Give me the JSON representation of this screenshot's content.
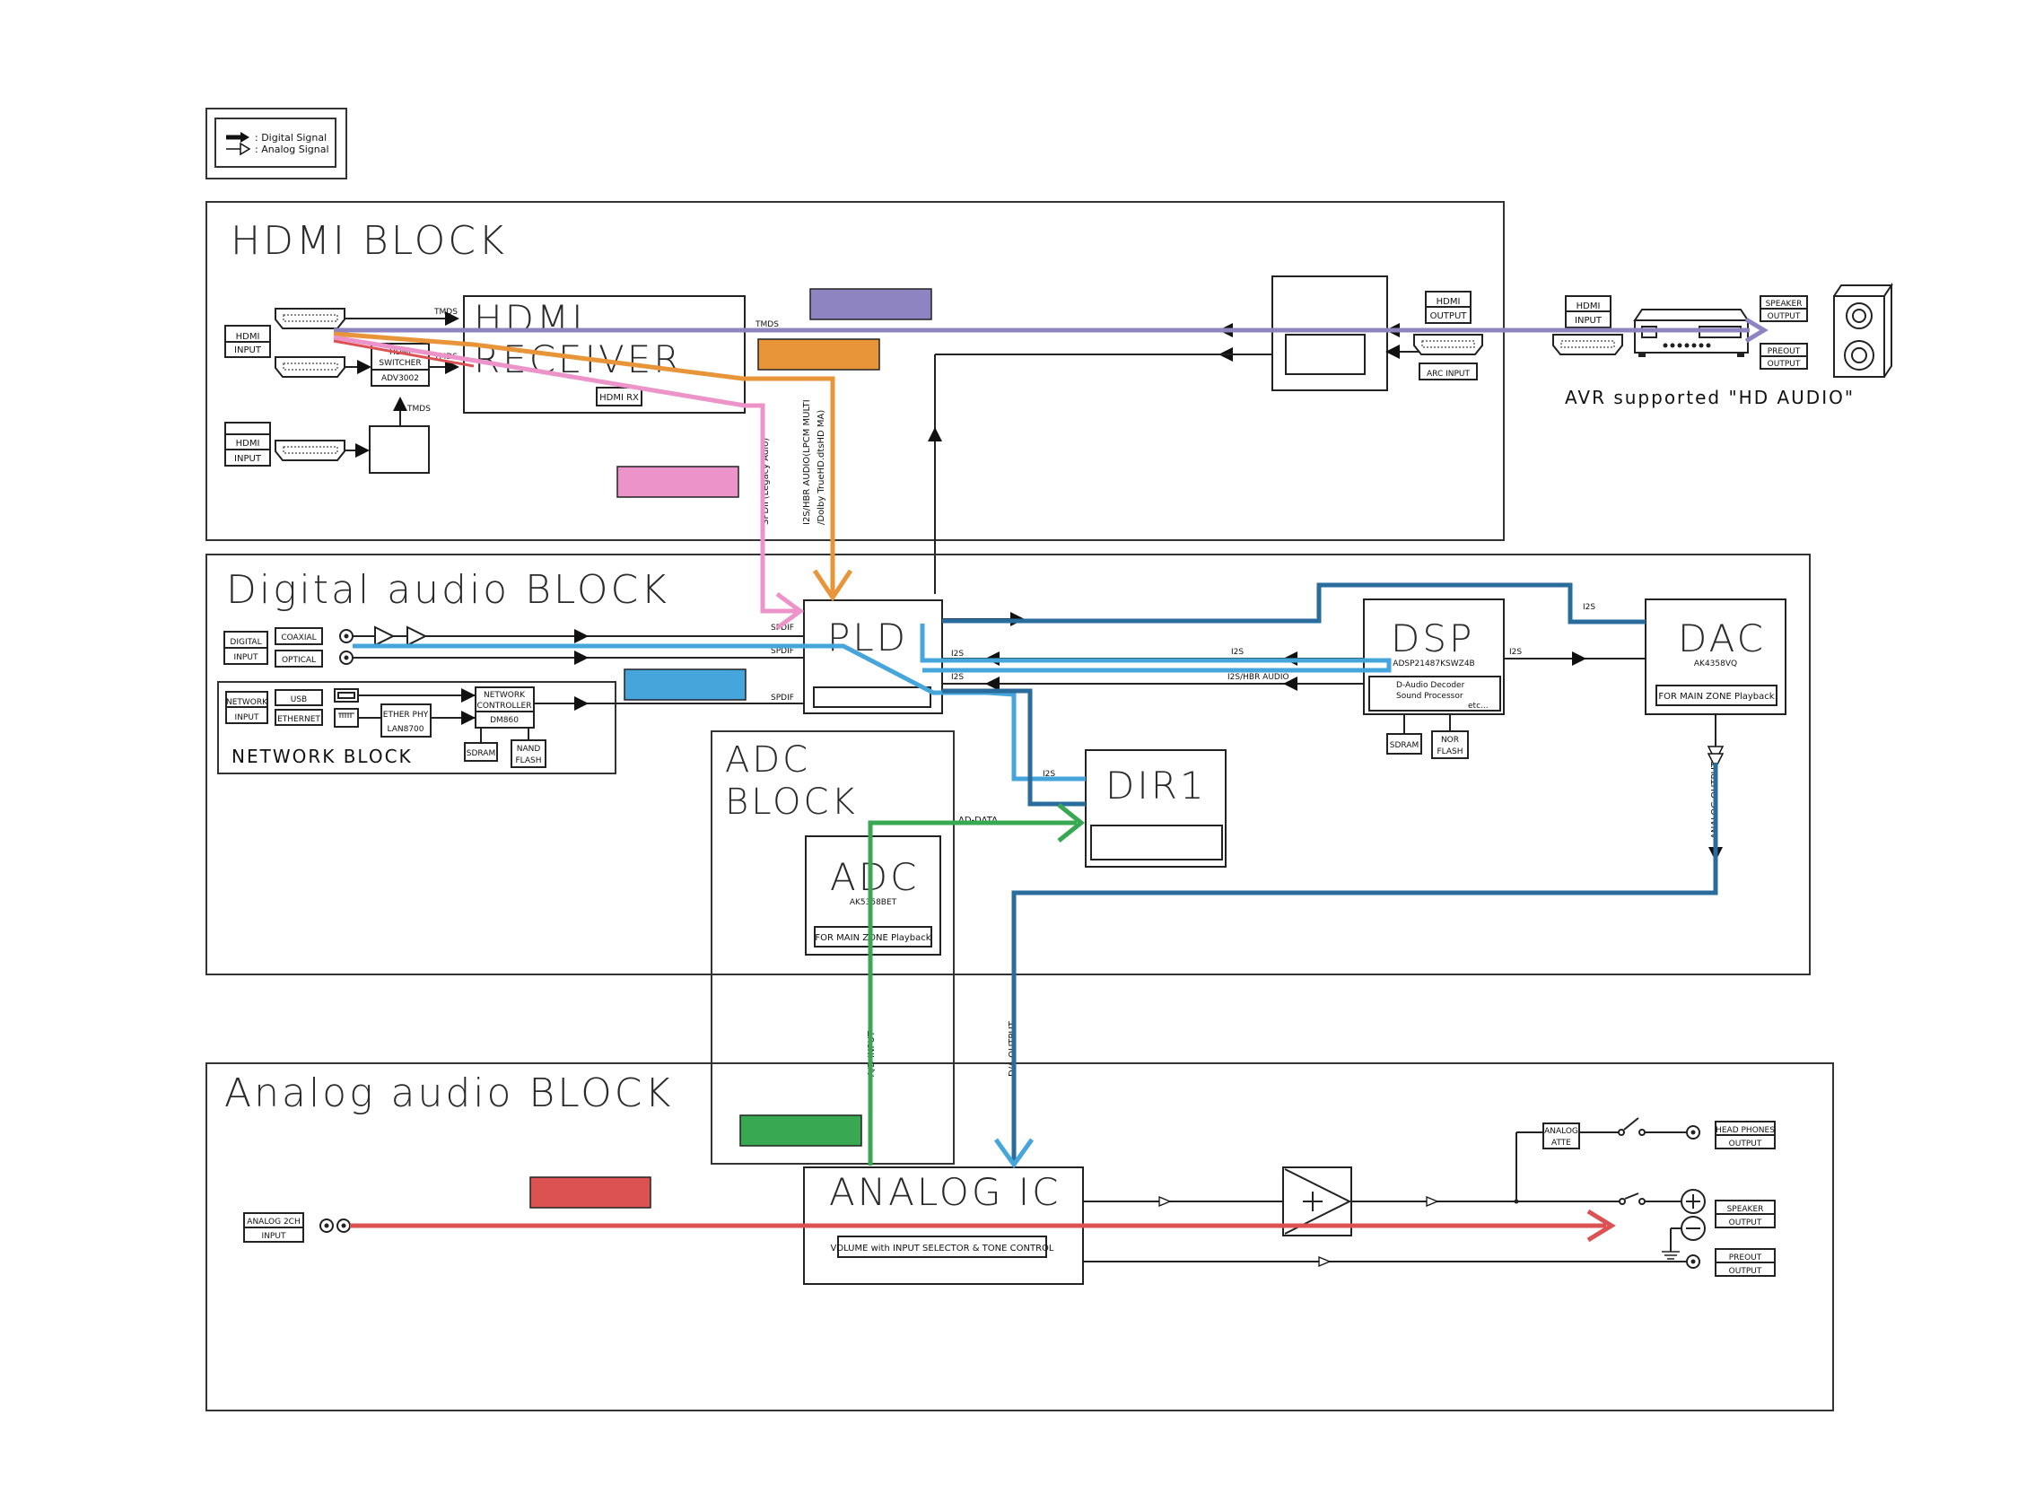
{
  "legend": {
    "digital": ": Digital Signal",
    "analog": ": Analog Signal"
  },
  "blocks": {
    "hdmi": "HDMI BLOCK",
    "digital": "Digital audio BLOCK",
    "analog": "Analog audio BLOCK",
    "network": "NETWORK BLOCK",
    "adc_l1": "ADC",
    "adc_l2": "BLOCK"
  },
  "components": {
    "hdmi_receiver_l1": "HDMI",
    "hdmi_receiver_l2": "RECEIVER",
    "hdmi_rx": "HDMI RX",
    "hdmi_switcher_l1": "HDMI",
    "hdmi_switcher_l2": "SWITCHER",
    "hdmi_switcher_l3": "ADV3002",
    "pld": "PLD",
    "dsp": "DSP",
    "dsp_part": "ADSP21487KSWZ4B",
    "dsp_desc_l1": "D-Audio Decoder",
    "dsp_desc_l2": "Sound Processor",
    "dsp_desc_l3": "etc...",
    "dac": "DAC",
    "dac_part": "AK4358VQ",
    "dac_desc": "FOR MAIN ZONE Playback",
    "dir1": "DIR1",
    "adc": "ADC",
    "adc_part": "AK5358BET",
    "adc_desc": "FOR MAIN ZONE Playback",
    "analog_ic": "ANALOG IC",
    "analog_ic_desc": "VOLUME with INPUT SELECTOR & TONE CONTROL",
    "sdram1": "SDRAM",
    "sdram2": "SDRAM",
    "nor_l1": "NOR",
    "nor_l2": "FLASH",
    "nand_l1": "NAND",
    "nand_l2": "FLASH",
    "ether_l1": "ETHER PHY",
    "ether_l2": "LAN8700",
    "netctrl_l1": "NETWORK",
    "netctrl_l2": "CONTROLLER",
    "netctrl_l3": "DM860",
    "analog_atte_l1": "ANALOG",
    "analog_atte_l2": "ATTE",
    "avr_caption": "AVR supported \"HD AUDIO\""
  },
  "ports": {
    "hdmi_in_l1": "HDMI",
    "hdmi_in_l2": "INPUT",
    "hdmi_out_l1": "HDMI",
    "hdmi_out_l2": "OUTPUT",
    "arc": "ARC INPUT",
    "digital_in_l1": "DIGITAL",
    "digital_in_l2": "INPUT",
    "coaxial": "COAXIAL",
    "optical": "OPTICAL",
    "network_in_l1": "NETWORK",
    "network_in_l2": "INPUT",
    "usb": "USB",
    "ethernet": "ETHERNET",
    "analog2ch_l1": "ANALOG 2CH",
    "analog2ch_l2": "INPUT",
    "headphones_l1": "HEAD PHONES",
    "headphones_l2": "OUTPUT",
    "speaker_l1": "SPEAKER",
    "speaker_l2": "OUTPUT",
    "preout_l1": "PREOUT",
    "preout_l2": "OUTPUT"
  },
  "signals": {
    "tmds": "TMDS",
    "spdif": "SPDIF",
    "i2s": "I2S",
    "i2s_hbr": "I2S/HBR AUDIO",
    "ad_data": "AD-DATA",
    "ad_input": "A/D INPUT",
    "da_output": "D/A OUTPUT",
    "analog_output": "ANALOG OUTPUT",
    "spdif_legacy": "SPDIF(Legacy Adio)",
    "i2s_hbr_vert_l1": "I2S/HBR AUDIO(LPCM MULTI",
    "i2s_hbr_vert_l2": "/Dolby TrueHD.dtsHD MA)"
  },
  "colors": {
    "purple": "#8e84c2",
    "orange": "#e8953a",
    "pink": "#ec93c9",
    "blue": "#46a6db",
    "green": "#39a852",
    "red": "#dc5253",
    "darkblue": "#2a5f8a"
  }
}
